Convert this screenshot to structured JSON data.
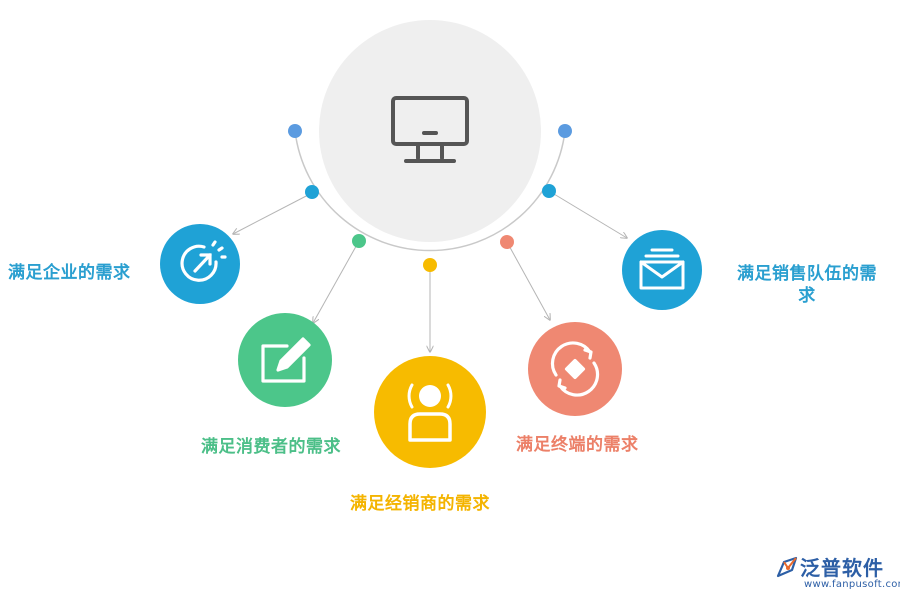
{
  "diagram": {
    "center_icon": "monitor-icon",
    "nodes": [
      {
        "id": "enterprise",
        "label": "满足企业的需求",
        "icon": "clock-arrow-icon",
        "color": "#1fa2d6"
      },
      {
        "id": "consumer",
        "label": "满足消费者的需求",
        "icon": "edit-icon",
        "color": "#4cc68a"
      },
      {
        "id": "dealer",
        "label": "满足经销商的需求",
        "icon": "user-icon",
        "color": "#f7bb00"
      },
      {
        "id": "terminal",
        "label": "满足终端的需求",
        "icon": "refresh-icon",
        "color": "#ef8872"
      },
      {
        "id": "sales",
        "label": "满足销售队伍的需求",
        "icon": "mail-icon",
        "color": "#1fa2d6"
      }
    ],
    "colors": {
      "center_circle": "#efefef",
      "arc": "#c9c9c9",
      "arrow": "#b5b5b5",
      "dot_blue": "#5b9be0",
      "dot_cyan": "#1fa2d6",
      "dot_green": "#4cc68a",
      "dot_yellow": "#f7bb00",
      "dot_red": "#ef8872"
    }
  },
  "logo": {
    "name": "泛普软件",
    "url": "www.fanpusoft.com"
  }
}
